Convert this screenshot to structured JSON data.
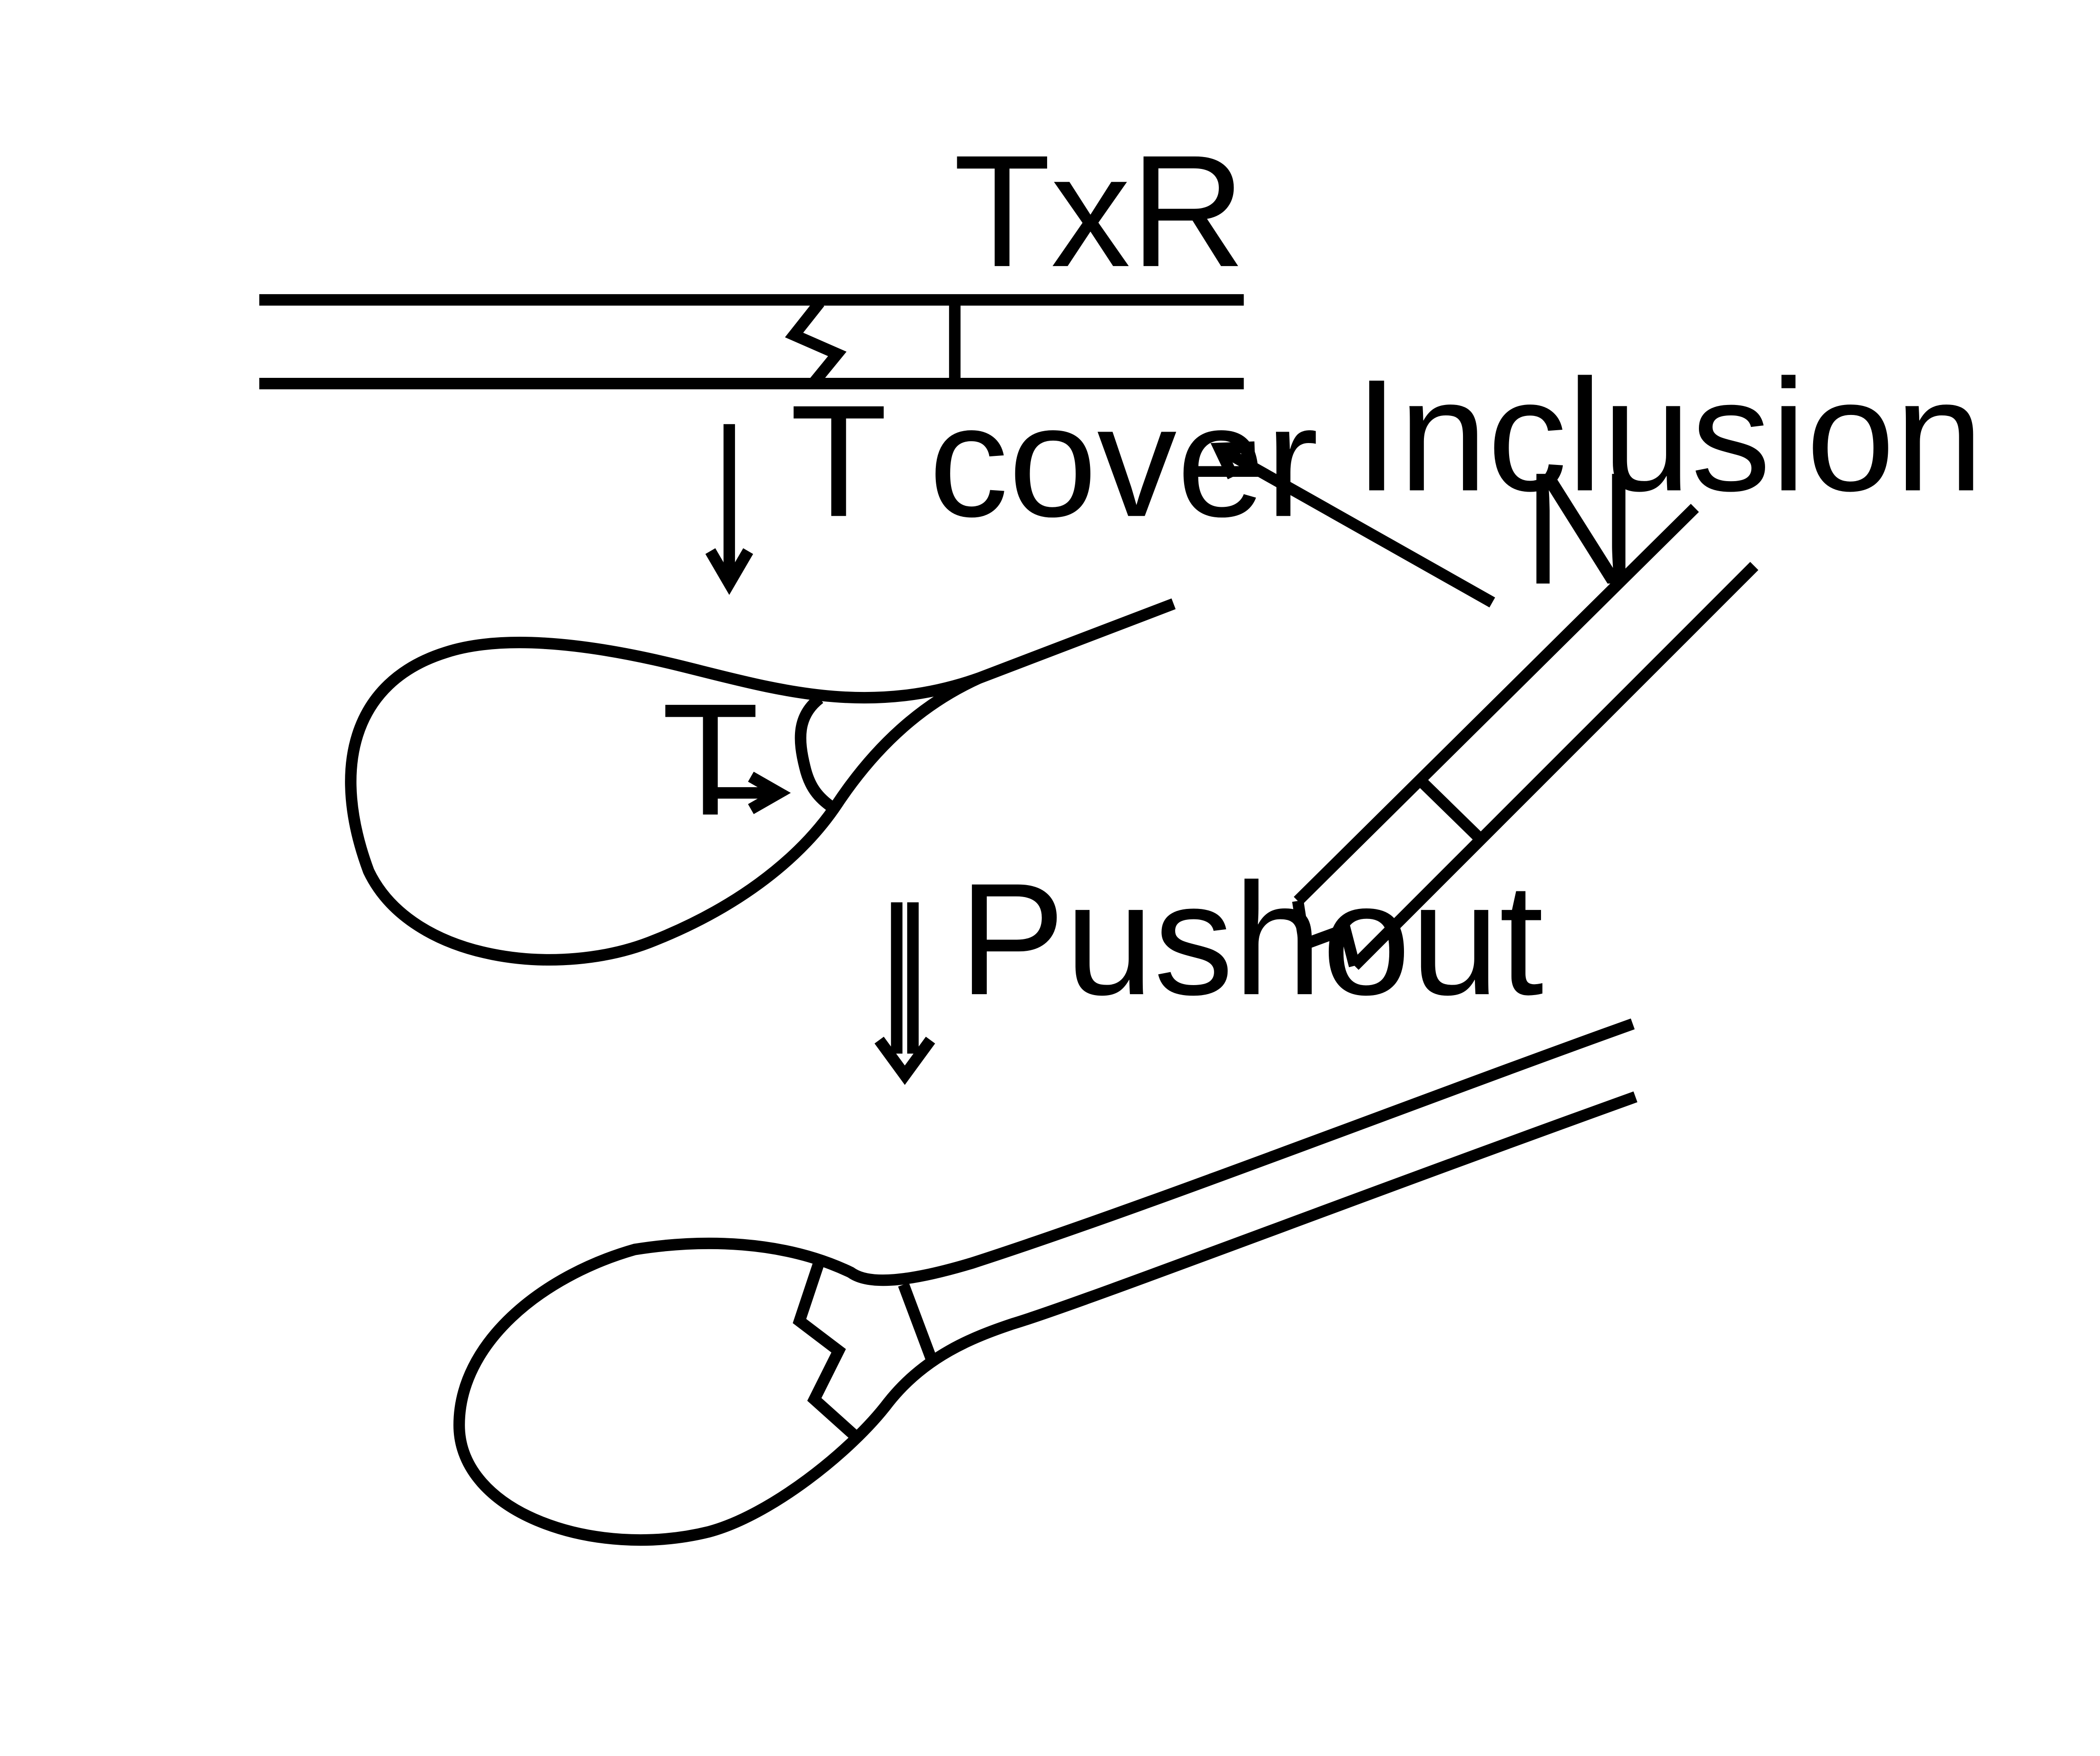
{
  "labels": {
    "txr": "TxR",
    "t_cover": "T cover",
    "inclusion": "Inclusion",
    "n": "N",
    "t": "T",
    "pushout": "Pushout"
  }
}
